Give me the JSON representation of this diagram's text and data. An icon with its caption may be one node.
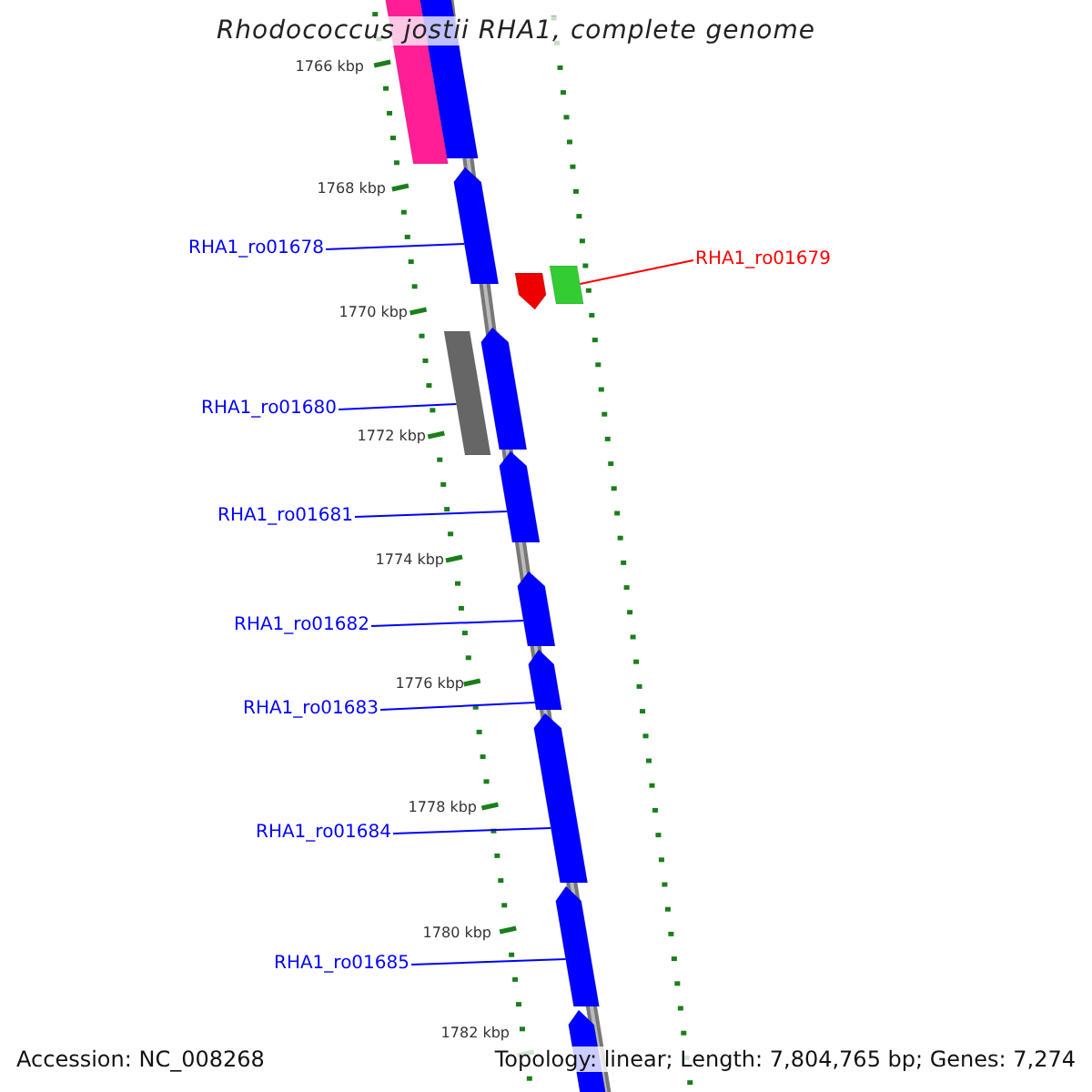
{
  "diagram": {
    "title": "Rhodococcus jostii RHA1, complete genome",
    "nodes": [
      {
        "text": [],
        "shape": "bar"
      },
      {
        "text": [],
        "shape": "bar"
      },
      {
        "text": [],
        "shape": "arrow"
      },
      {
        "text": [
          "RHA1_ro01678"
        ]
      },
      {
        "text": [
          "RHA1_ro01679"
        ]
      },
      {
        "text": [],
        "shape": "arrow"
      },
      {
        "text": [],
        "shape": "bar"
      },
      {
        "text": [],
        "shape": "arrow"
      },
      {
        "text": [],
        "shape": "bar"
      },
      {
        "text": [
          "RHA1_ro01680"
        ]
      },
      {
        "text": [],
        "shape": "arrow"
      },
      {
        "text": [
          "RHA1_ro01681"
        ]
      },
      {
        "text": [],
        "shape": "arrow"
      },
      {
        "text": [
          "RHA1_ro01682"
        ]
      },
      {
        "text": [],
        "shape": "arrow"
      },
      {
        "text": [
          "RHA1_ro01683"
        ]
      },
      {
        "text": [],
        "shape": "arrow"
      },
      {
        "text": [
          "RHA1_ro01684"
        ]
      },
      {
        "text": [],
        "shape": "arrow"
      },
      {
        "text": [
          "RHA1_ro01685"
        ]
      },
      {
        "text": [],
        "shape": "arrow"
      }
    ],
    "edges": [
      {
        "from": 3,
        "to": 2,
        "arrow": "none"
      },
      {
        "from": 4,
        "to": 6,
        "arrow": "none",
        "color": "#ff0000"
      },
      {
        "from": 9,
        "to": 8,
        "arrow": "none"
      },
      {
        "from": 11,
        "to": 10,
        "arrow": "none"
      },
      {
        "from": 13,
        "to": 12,
        "arrow": "none"
      },
      {
        "from": 15,
        "to": 14,
        "arrow": "none"
      },
      {
        "from": 17,
        "to": 16,
        "arrow": "none"
      },
      {
        "from": 19,
        "to": 18,
        "arrow": "none"
      }
    ],
    "labels": [
      "1766 kbp",
      "1768 kbp",
      "1770 kbp",
      "1772 kbp",
      "1774 kbp",
      "1776 kbp",
      "1778 kbp",
      "1780 kbp",
      "1782 kbp",
      "Accession: NC_008268",
      "Topology: linear; Length: 7,804,765 bp; Genes: 7,274"
    ]
  }
}
